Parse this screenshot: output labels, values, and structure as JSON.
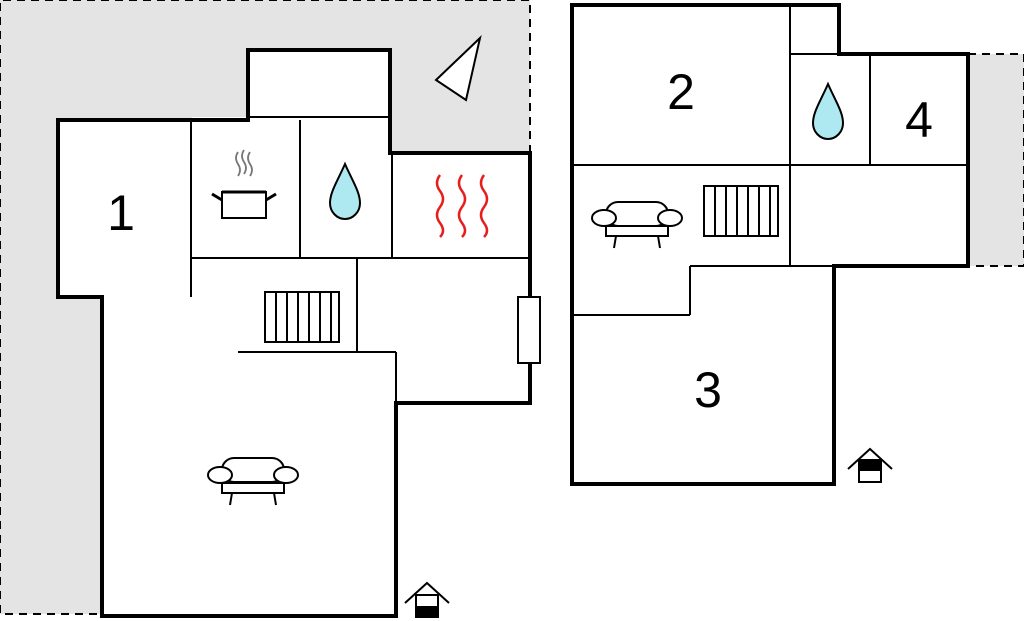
{
  "plan": {
    "room_labels": [
      "1",
      "2",
      "3",
      "4"
    ],
    "colors": {
      "terrace": "#e4e4e4",
      "water": "#aee8f0",
      "heat": "#e51d1d",
      "wall": "#000000"
    },
    "icons": [
      "pot-icon",
      "water-drop-icon",
      "sauna-heat-icon",
      "radiator-icon",
      "sofa-icon",
      "window-icon",
      "compass-icon",
      "entrance-icon"
    ]
  }
}
